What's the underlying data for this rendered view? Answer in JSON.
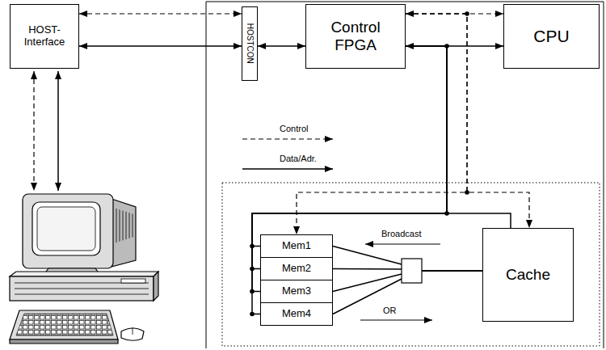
{
  "diagram": {
    "nodes": [
      {
        "text": [
          "HOST- Interface"
        ]
      },
      {
        "text": [
          "HOSTCON"
        ]
      },
      {
        "text": [
          "Control FPGA"
        ]
      },
      {
        "text": [
          "CPU"
        ]
      },
      {
        "text": [
          "Mem1"
        ]
      },
      {
        "text": [
          "Mem2"
        ]
      },
      {
        "text": [
          "Mem3"
        ]
      },
      {
        "text": [
          "Mem4"
        ]
      },
      {
        "text": [
          "Cache"
        ]
      }
    ],
    "edges": [
      {
        "from": 0,
        "to": 1,
        "arrow": "both"
      },
      {
        "from": 0,
        "to": 1,
        "arrow": "both"
      },
      {
        "from": 1,
        "to": 2,
        "arrow": "both"
      },
      {
        "from": 2,
        "to": 3,
        "arrow": "both"
      },
      {
        "from": 2,
        "to": 3,
        "arrow": "both"
      },
      {
        "from": 2,
        "to": 4,
        "arrow": "to"
      },
      {
        "from": 2,
        "to": 8,
        "arrow": "to"
      },
      {
        "from": 2,
        "to": 4,
        "arrow": "none"
      },
      {
        "from": 2,
        "to": 5,
        "arrow": "none"
      },
      {
        "from": 2,
        "to": 6,
        "arrow": "none"
      },
      {
        "from": 2,
        "to": 7,
        "arrow": "none"
      },
      {
        "from": 2,
        "to": 8,
        "arrow": "none"
      },
      {
        "from": 4,
        "to": 8,
        "arrow": "none"
      },
      {
        "from": 5,
        "to": 8,
        "arrow": "none"
      },
      {
        "from": 6,
        "to": 8,
        "arrow": "none"
      },
      {
        "from": 7,
        "to": 8,
        "arrow": "none"
      }
    ],
    "labels": [
      "Broadcast",
      "OR"
    ],
    "legend": [
      {
        "text": "Control"
      },
      {
        "text": "Data/Adr."
      }
    ]
  }
}
